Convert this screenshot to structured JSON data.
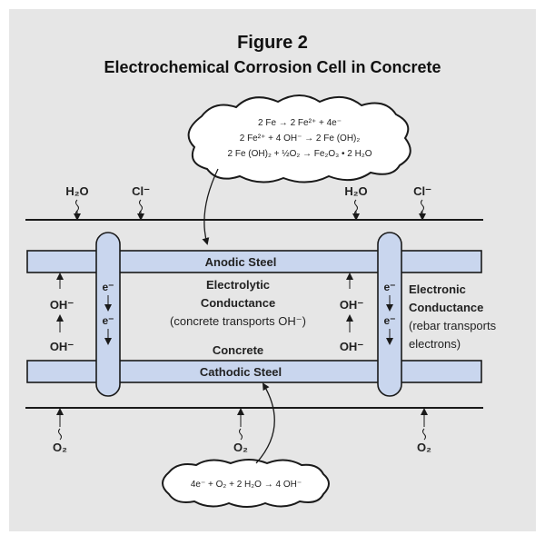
{
  "figure": {
    "title": "Figure 2",
    "subtitle": "Electrochemical Corrosion Cell in Concrete"
  },
  "anodic_cloud": {
    "line1": "2 Fe → 2 Fe²⁺ + 4e⁻",
    "line2": "2 Fe²⁺ + 4 OH⁻ → 2 Fe (OH)₂",
    "line3": "2 Fe (OH)₂ + ½O₂ → Fe₂O₃ • 2 H₂O"
  },
  "cathodic_cloud": {
    "equation": "4e⁻ + O₂ + 2 H₂O → 4 OH⁻"
  },
  "top_inputs": [
    "H₂O",
    "Cl⁻",
    "H₂O",
    "Cl⁻"
  ],
  "bottom_inputs": [
    "O₂",
    "O₂",
    "O₂"
  ],
  "anodic_bar_label": "Anodic Steel",
  "cathodic_bar_label": "Cathodic Steel",
  "electrolytic": {
    "line1": "Electrolytic",
    "line2": "Conductance",
    "line3": "(concrete transports OH⁻)"
  },
  "concrete_label": "Concrete",
  "electronic": {
    "line1": "Electronic",
    "line2": "Conductance",
    "line3": "(rebar transports",
    "line4": "electrons)"
  },
  "hydroxide_label": "OH⁻",
  "electron_label": "e⁻",
  "colors": {
    "background_panel": "#e6e6e6",
    "steel_fill": "#c9d6ee",
    "outline": "#1a1a1a"
  }
}
